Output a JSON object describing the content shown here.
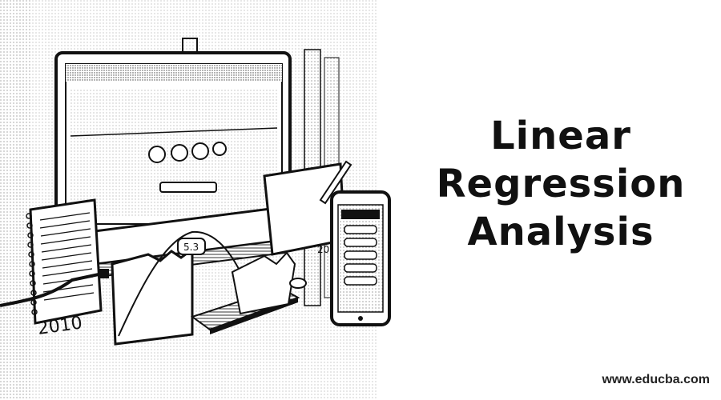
{
  "title": {
    "lines": [
      "Linear",
      "Regression",
      "Analysis"
    ]
  },
  "footer": {
    "url": "www.educba.com"
  },
  "illustration": {
    "calendar_year": "2010",
    "tag_year": "201",
    "chart_bubble_value": "5.3"
  },
  "colors": {
    "ink": "#111111",
    "background": "#ffffff"
  }
}
